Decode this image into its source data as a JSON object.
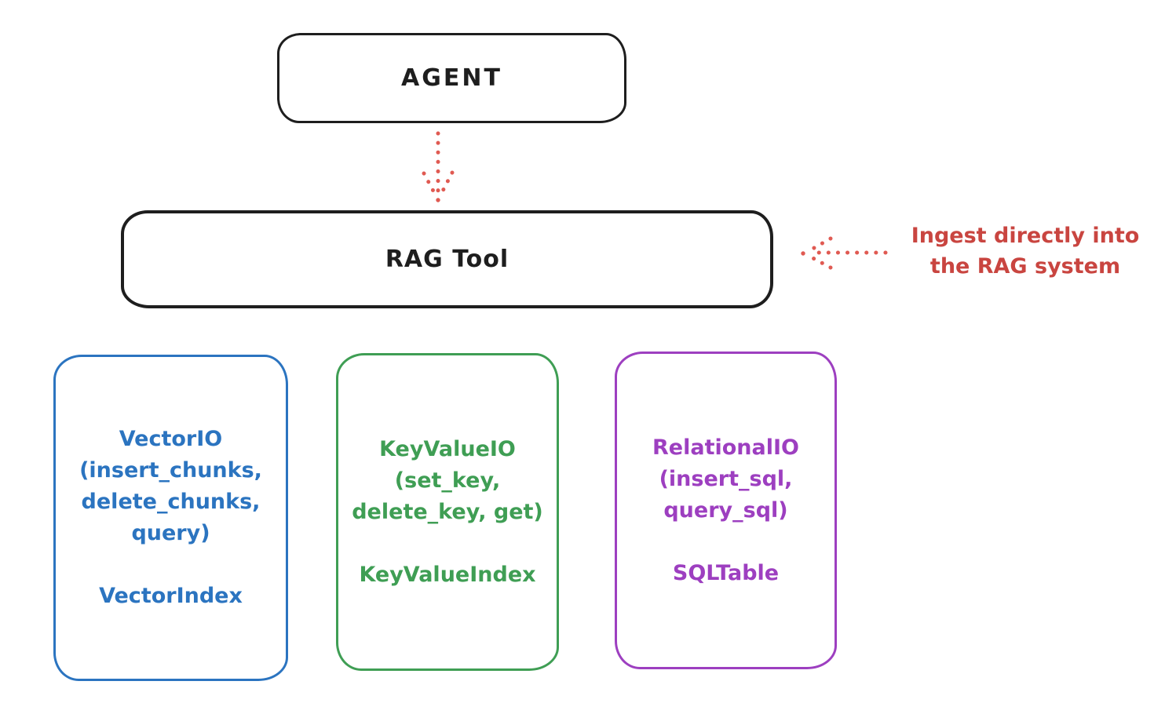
{
  "diagram": {
    "agent": {
      "label": "AGENT"
    },
    "rag_tool": {
      "label": "RAG Tool"
    },
    "annotation": {
      "lines": [
        "Ingest directly into",
        "the RAG system"
      ]
    },
    "boxes": {
      "vector": {
        "lines": [
          "VectorIO",
          "(insert_chunks,",
          "delete_chunks,",
          "query)"
        ],
        "index": "VectorIndex"
      },
      "keyvalue": {
        "lines": [
          "KeyValueIO",
          "(set_key,",
          "delete_key, get)"
        ],
        "index": "KeyValueIndex"
      },
      "relational": {
        "lines": [
          "RelationalIO",
          "(insert_sql,",
          "query_sql)"
        ],
        "index": "SQLTable"
      }
    },
    "colors": {
      "ink": "#1e1e1e",
      "red_text": "#c94540",
      "red_arrow": "#e05a52",
      "blue": "#2b74c0",
      "green": "#3f9e54",
      "purple": "#9d3fc0",
      "background": "#ffffff"
    }
  }
}
